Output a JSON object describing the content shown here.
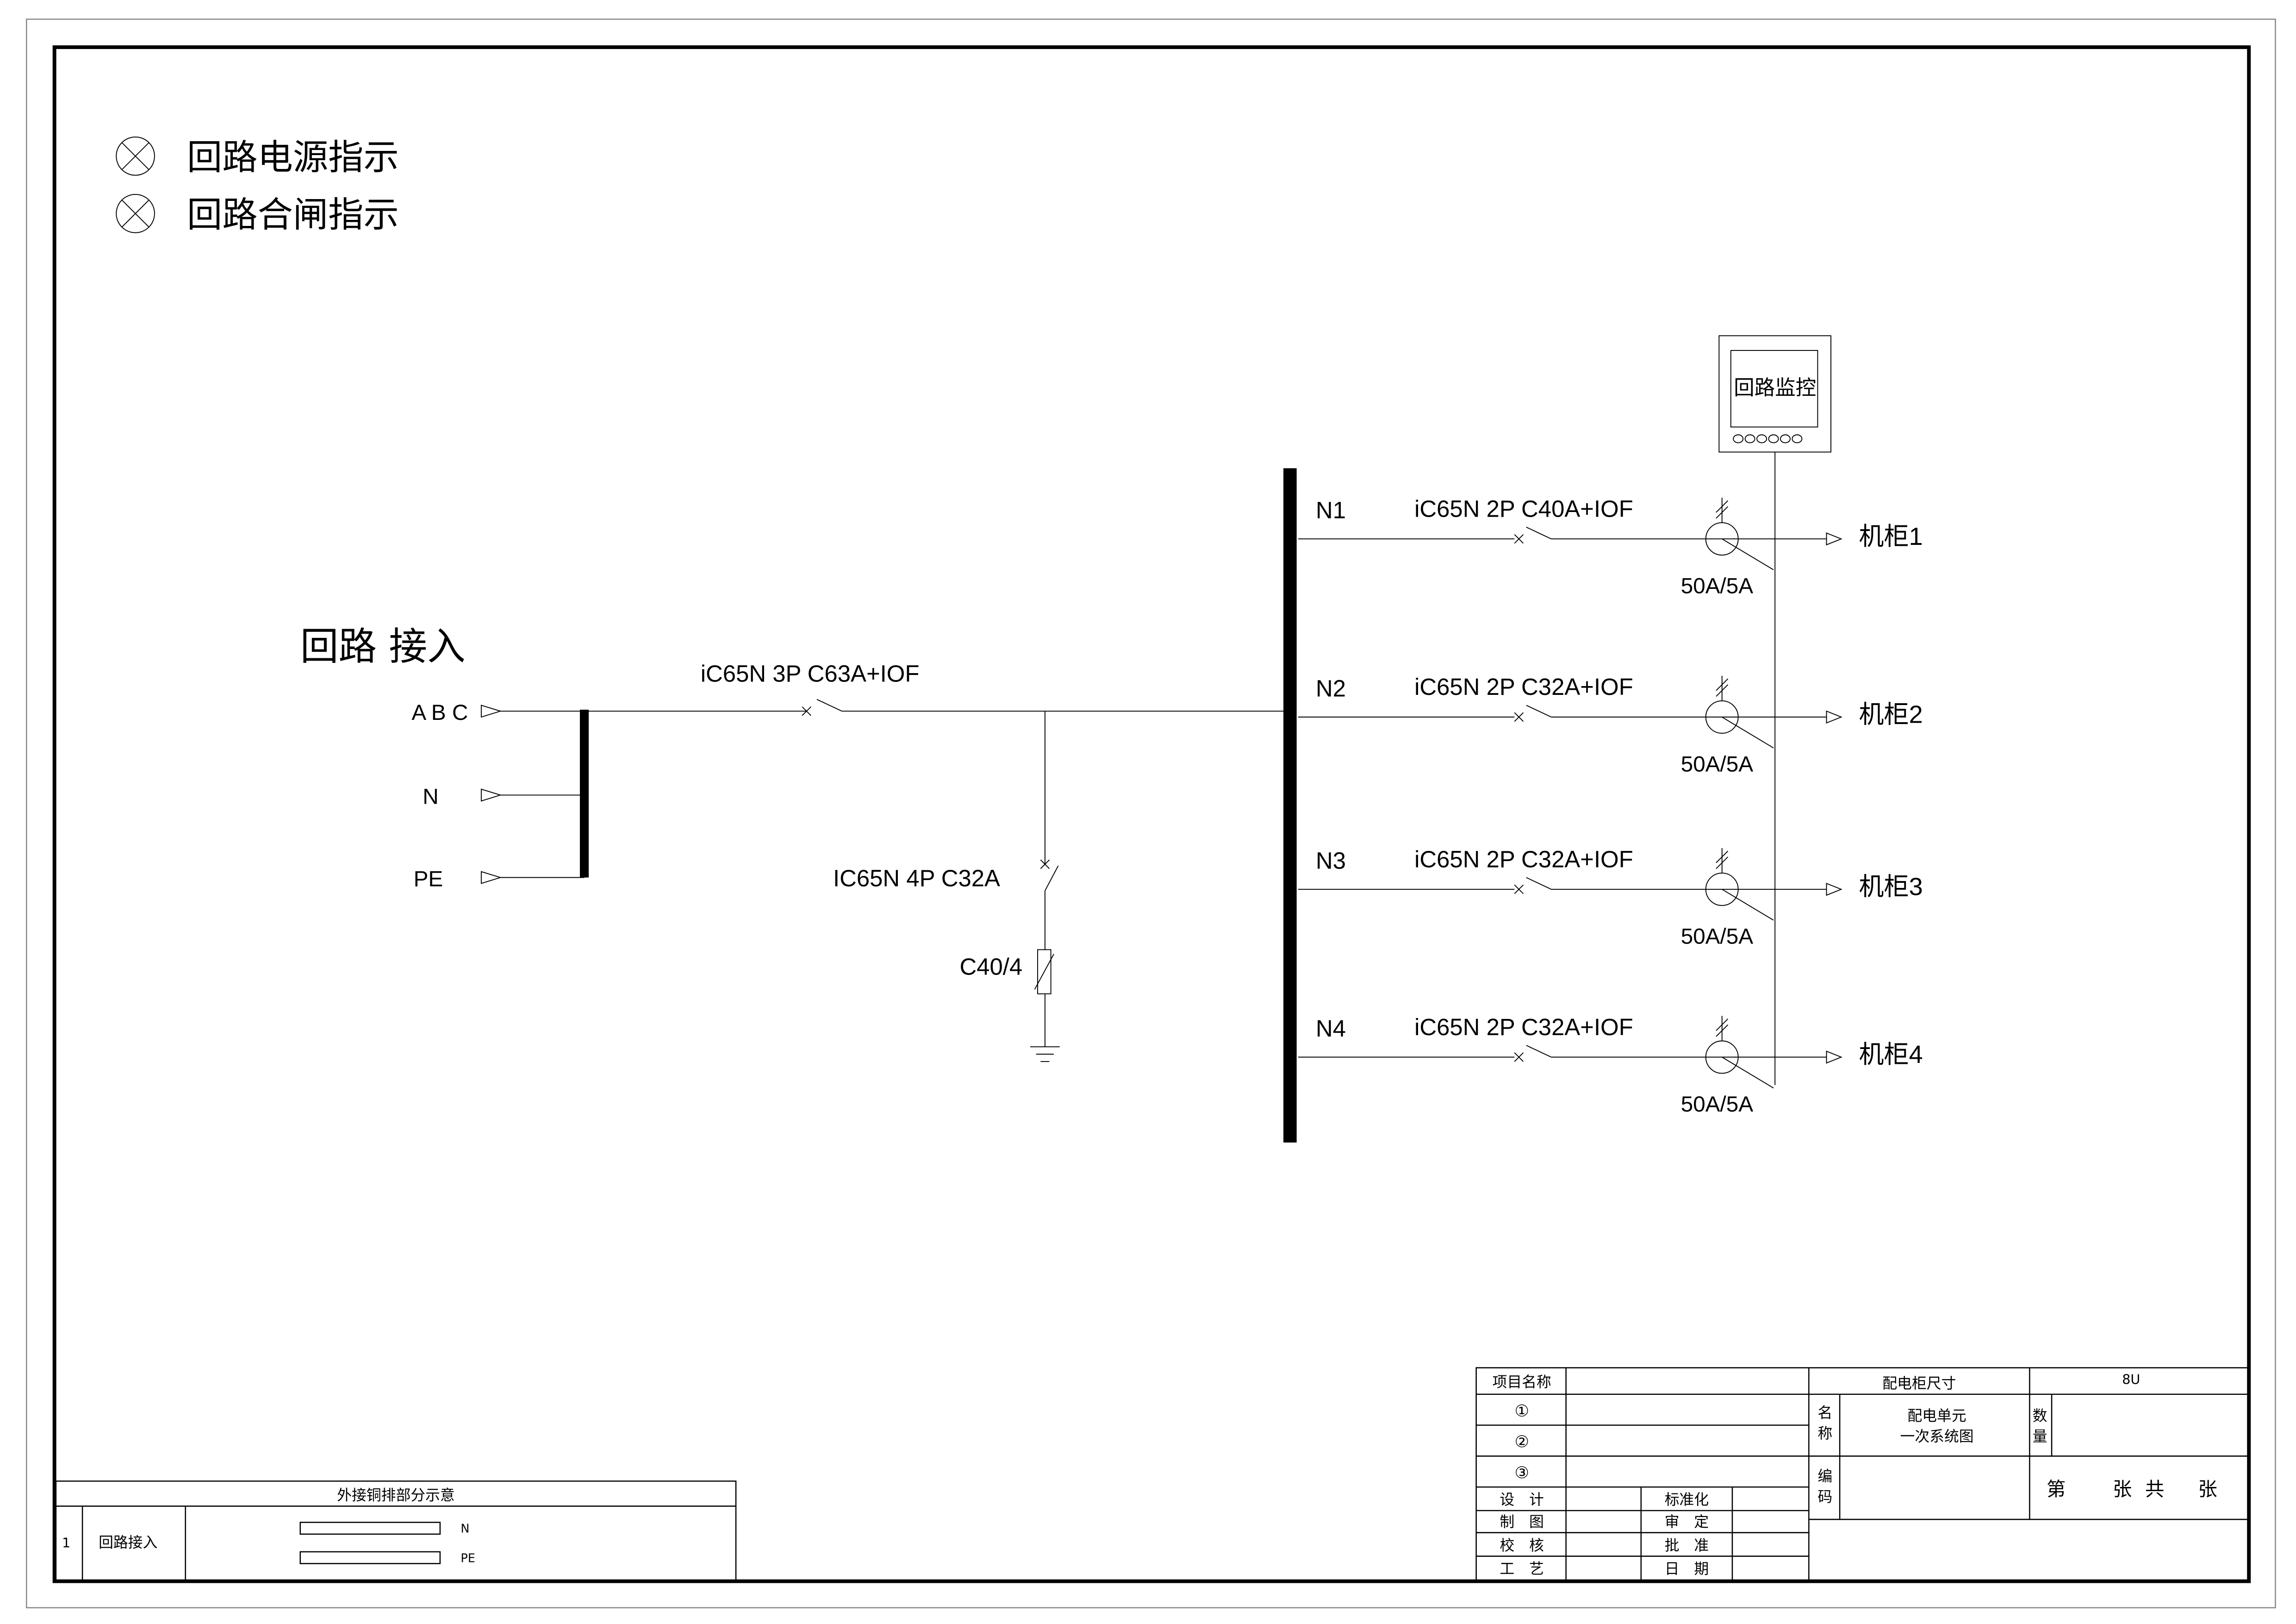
{
  "legend": [
    {
      "icon": "indicator-lamp-icon",
      "label": "回路电源指示"
    },
    {
      "icon": "indicator-lamp-icon",
      "label": "回路合闸指示"
    }
  ],
  "incoming": {
    "title": "回路 接入",
    "phases": [
      "A B C",
      "N",
      "PE"
    ],
    "main_breaker": "iC65N 3P C63A+IOF",
    "spd_breaker": "IC65N 4P C32A",
    "spd": "C40/4"
  },
  "monitor": {
    "label": "回路监控"
  },
  "branches": [
    {
      "id": "N1",
      "breaker": "iC65N 2P C40A+IOF",
      "ct": "50A/5A",
      "load": "机柜1"
    },
    {
      "id": "N2",
      "breaker": "iC65N 2P C32A+IOF",
      "ct": "50A/5A",
      "load": "机柜2"
    },
    {
      "id": "N3",
      "breaker": "iC65N 2P C32A+IOF",
      "ct": "50A/5A",
      "load": "机柜3"
    },
    {
      "id": "N4",
      "breaker": "iC65N 2P C32A+IOF",
      "ct": "50A/5A",
      "load": "机柜4"
    }
  ],
  "busbar_table": {
    "title": "外接铜排部分示意",
    "row_no": "1",
    "row_name": "回路接入",
    "bars": [
      "N",
      "PE"
    ]
  },
  "title_block": {
    "project_name_label": "项目名称",
    "items": [
      "①",
      "②",
      "③"
    ],
    "cabinet_size_label": "配电柜尺寸",
    "cabinet_size_value": "8U",
    "name_label": [
      "名",
      "称"
    ],
    "name_value": [
      "配电单元",
      "一次系统图"
    ],
    "qty_label": [
      "数",
      "量"
    ],
    "code_label": [
      "编",
      "码"
    ],
    "sheet": [
      "第",
      "张",
      "共",
      "张"
    ],
    "sign_left": [
      "设　计",
      "制　图",
      "校　核",
      "工　艺"
    ],
    "sign_right": [
      "标准化",
      "审　定",
      "批　准",
      "日　期"
    ]
  }
}
